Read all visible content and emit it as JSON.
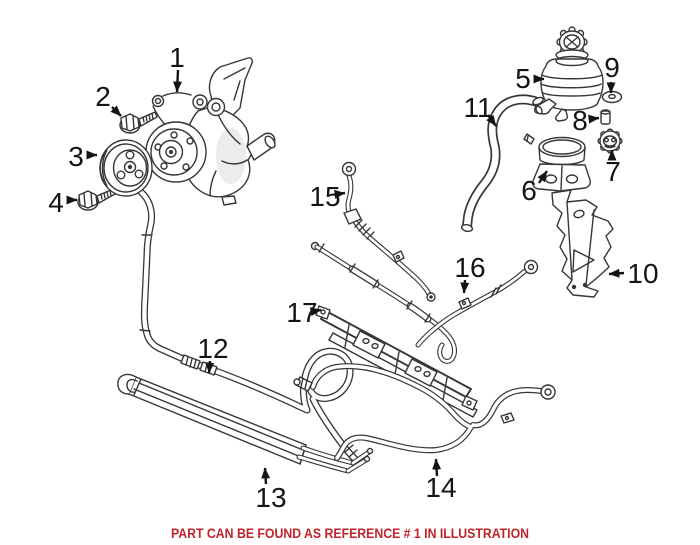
{
  "image": {
    "background": "#ffffff",
    "artwork_color": "#363636",
    "callout_color": "#141414"
  },
  "callouts": [
    "1",
    "2",
    "3",
    "4",
    "5",
    "6",
    "7",
    "8",
    "9",
    "10",
    "11",
    "12",
    "13",
    "14",
    "15",
    "16",
    "17"
  ],
  "footer": {
    "text": "PART CAN BE FOUND AS REFERENCE # 1 IN ILLUSTRATION",
    "color": "#c1232b"
  }
}
